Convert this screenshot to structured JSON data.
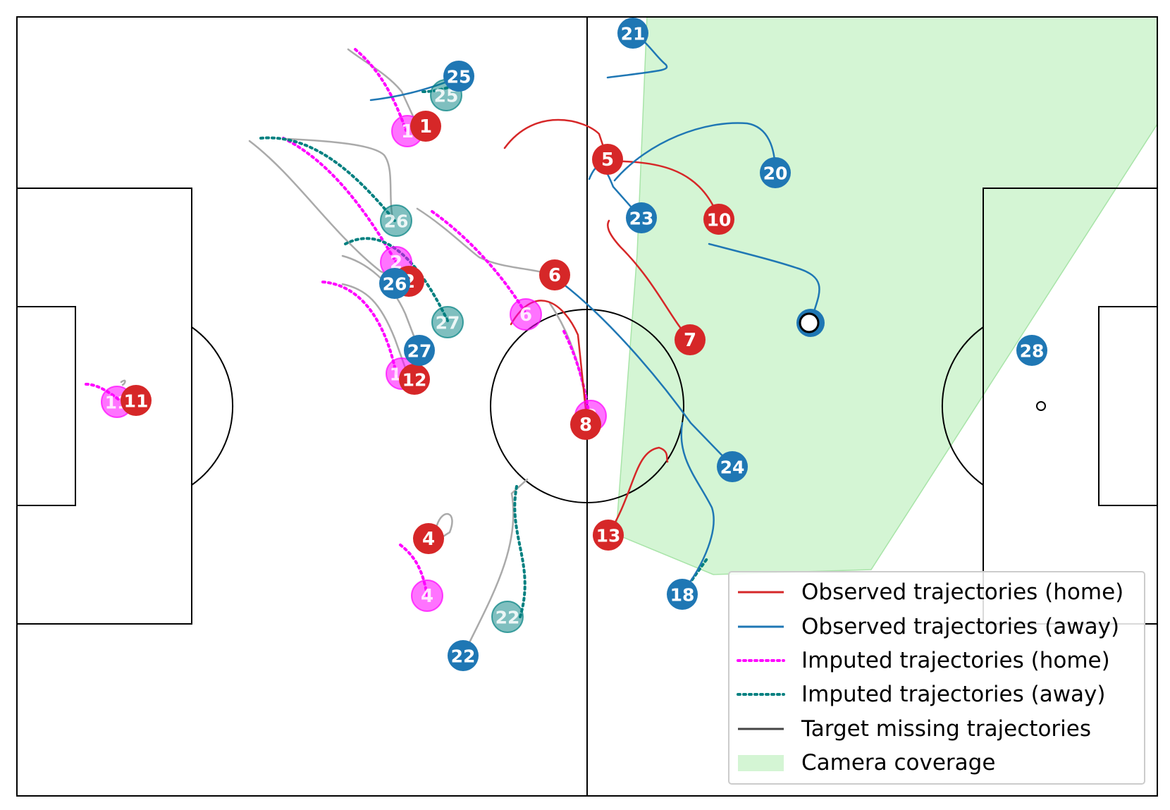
{
  "colors": {
    "home": "#d62728",
    "away": "#1f77b4",
    "imputed_home": "#ff00ff",
    "imputed_away": "#008080",
    "target": "#aaaaaa",
    "camera": "#d4f5d4",
    "camera_edge": "#a8e4a8"
  },
  "legend": [
    {
      "label": "Observed trajectories (home)",
      "style": "home-solid"
    },
    {
      "label": "Observed trajectories (away)",
      "style": "away-solid"
    },
    {
      "label": "Imputed trajectories (home)",
      "style": "home-dotted"
    },
    {
      "label": "Imputed trajectories (away)",
      "style": "away-dotted"
    },
    {
      "label": "Target missing trajectories",
      "style": "target-solid"
    },
    {
      "label": "Camera coverage",
      "style": "coverage-patch"
    }
  ],
  "players": [
    {
      "label": "1",
      "team": "home",
      "kind": "observed"
    },
    {
      "label": "5",
      "team": "home",
      "kind": "observed"
    },
    {
      "label": "10",
      "team": "home",
      "kind": "observed"
    },
    {
      "label": "6",
      "team": "home",
      "kind": "observed"
    },
    {
      "label": "2",
      "team": "home",
      "kind": "observed"
    },
    {
      "label": "7",
      "team": "home",
      "kind": "observed"
    },
    {
      "label": "12",
      "team": "home",
      "kind": "observed"
    },
    {
      "label": "11",
      "team": "home",
      "kind": "observed"
    },
    {
      "label": "8",
      "team": "home",
      "kind": "observed"
    },
    {
      "label": "4",
      "team": "home",
      "kind": "observed"
    },
    {
      "label": "13",
      "team": "home",
      "kind": "observed"
    },
    {
      "label": "1",
      "team": "home",
      "kind": "imputed"
    },
    {
      "label": "2",
      "team": "home",
      "kind": "imputed"
    },
    {
      "label": "6",
      "team": "home",
      "kind": "imputed"
    },
    {
      "label": "12",
      "team": "home",
      "kind": "imputed"
    },
    {
      "label": "11",
      "team": "home",
      "kind": "imputed"
    },
    {
      "label": "8",
      "team": "home",
      "kind": "imputed"
    },
    {
      "label": "4",
      "team": "home",
      "kind": "imputed"
    },
    {
      "label": "21",
      "team": "away",
      "kind": "observed"
    },
    {
      "label": "25",
      "team": "away",
      "kind": "observed"
    },
    {
      "label": "20",
      "team": "away",
      "kind": "observed"
    },
    {
      "label": "23",
      "team": "away",
      "kind": "observed"
    },
    {
      "label": "26",
      "team": "away",
      "kind": "observed"
    },
    {
      "label": "27",
      "team": "away",
      "kind": "observed"
    },
    {
      "label": "24",
      "team": "away",
      "kind": "observed"
    },
    {
      "label": "28",
      "team": "away",
      "kind": "observed"
    },
    {
      "label": "18",
      "team": "away",
      "kind": "observed"
    },
    {
      "label": "22",
      "team": "away",
      "kind": "observed"
    },
    {
      "label": "25",
      "team": "away",
      "kind": "imputed"
    },
    {
      "label": "26",
      "team": "away",
      "kind": "imputed"
    },
    {
      "label": "27",
      "team": "away",
      "kind": "imputed"
    },
    {
      "label": "22",
      "team": "away",
      "kind": "imputed"
    }
  ]
}
